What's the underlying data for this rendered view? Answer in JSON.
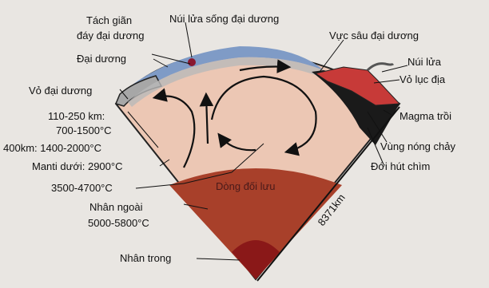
{
  "labels": {
    "rift_line1": "Tách giãn",
    "rift_line2": "đáy đại dương",
    "mid_ocean_volcano": "Núi lửa sống đại dương",
    "trench": "Vực sâu đại dương",
    "ocean": "Đại dương",
    "volcano": "Núi lửa",
    "oceanic_crust": "Vỏ đại dương",
    "continental_crust": "Vỏ lục địa",
    "depth1": "110-250 km:",
    "temp1": "700-1500°C",
    "magma": "Magma trồi",
    "depth2": "400km: 1400-2000°C",
    "melt_zone": "Vùng nóng chảy",
    "lower_mantle": "Manti dưới: 2900°C",
    "subduction": "Đới hút chìm",
    "temp_range": "3500-4700°C",
    "convection": "Dòng đối lưu",
    "outer_core_line1": "Nhân ngoài",
    "outer_core_line2": "5000-5800°C",
    "inner_core": "Nhân trong",
    "radius": "8371km"
  },
  "colors": {
    "background": "#e9e6e2",
    "mantle": "#ecc7b4",
    "outer_core": "#a8402a",
    "inner_core": "#8a1818",
    "ocean": "#7f9bc6",
    "crust": "#a7a7a7",
    "continent": "#c73a38",
    "black_zone": "#1a1a1a"
  }
}
